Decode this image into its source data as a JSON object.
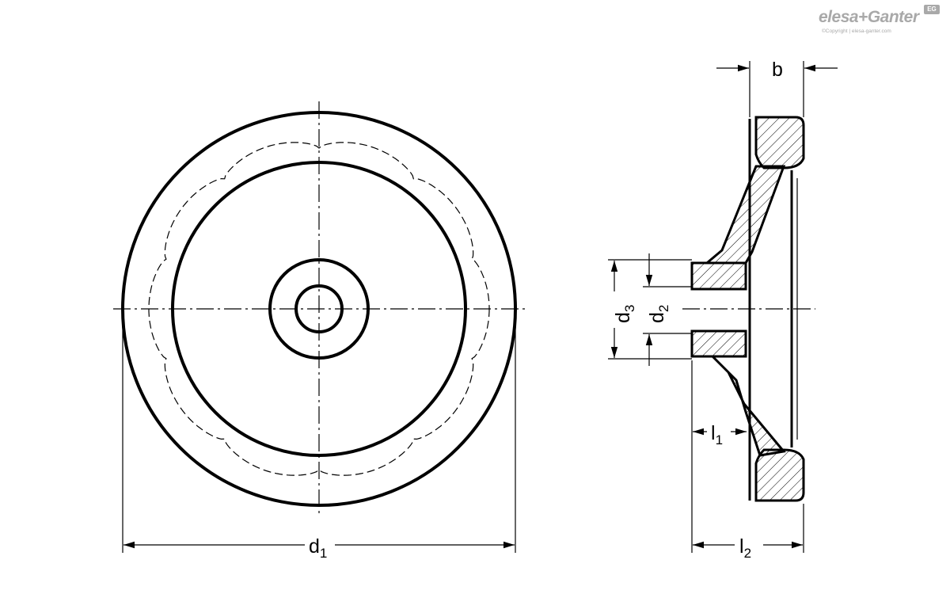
{
  "brand": {
    "name": "elesa+Ganter",
    "copyright": "©Copyright | elesa-ganter.com",
    "badge": "EG"
  },
  "dimensions": {
    "d1": {
      "base": "d",
      "sub": "1"
    },
    "d2": {
      "base": "d",
      "sub": "2"
    },
    "d3": {
      "base": "d",
      "sub": "3"
    },
    "l1": {
      "base": "l",
      "sub": "1"
    },
    "l2": {
      "base": "l",
      "sub": "2"
    },
    "b": {
      "base": "b",
      "sub": ""
    }
  },
  "colors": {
    "line": "#000000",
    "background": "#ffffff",
    "logo": "#a9a9a9"
  }
}
